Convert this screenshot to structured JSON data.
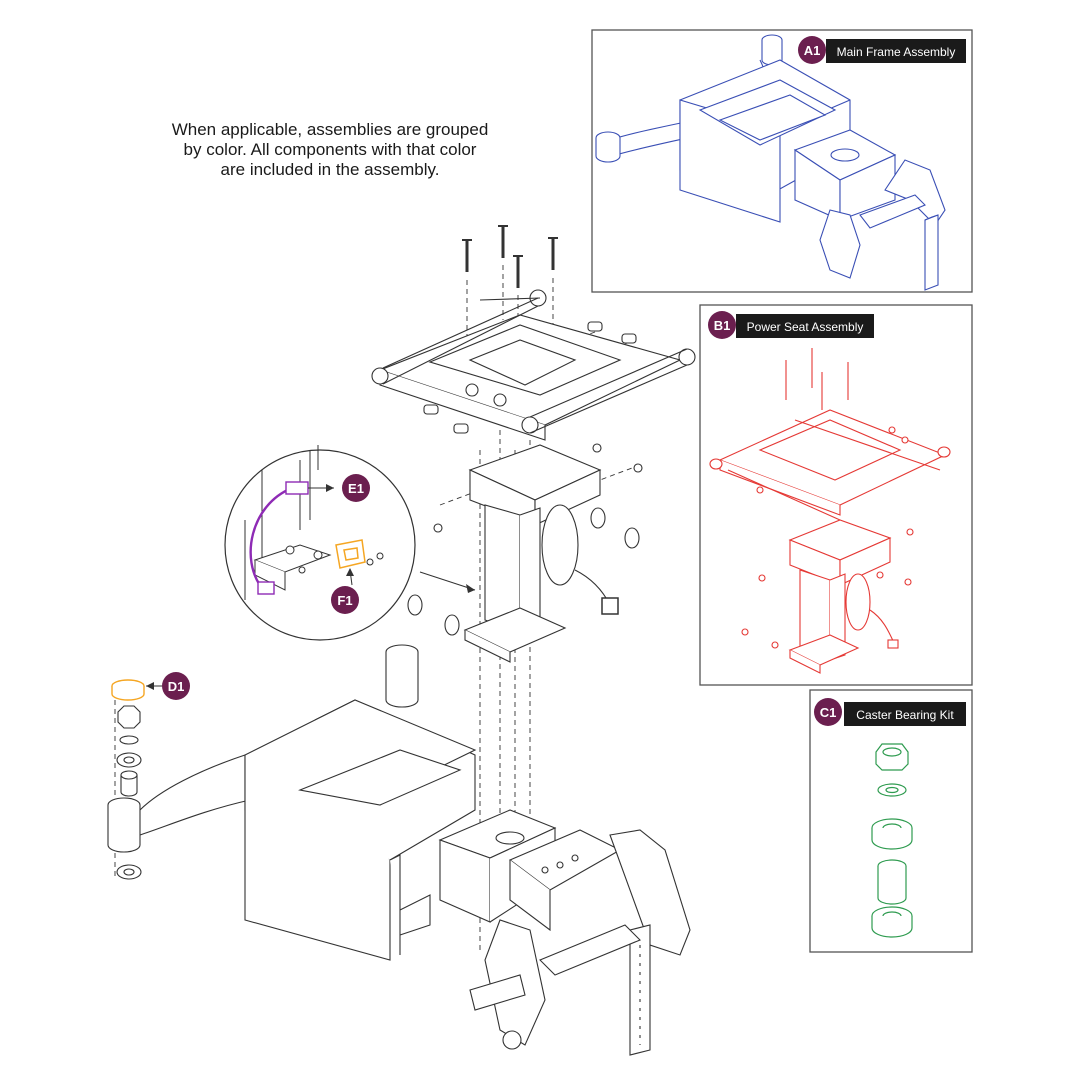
{
  "note": {
    "line1": "When applicable, assemblies are grouped",
    "line2": "by color. All components with that color",
    "line3": "are included in the assembly."
  },
  "assemblies": [
    {
      "code": "A1",
      "label": "Main Frame Assembly",
      "color": "#3a4fb5"
    },
    {
      "code": "B1",
      "label": "Power Seat Assembly",
      "color": "#e53935"
    },
    {
      "code": "C1",
      "label": "Caster Bearing Kit",
      "color": "#2e9b4f"
    },
    {
      "code": "D1",
      "label": "",
      "color": "#f5a623"
    },
    {
      "code": "E1",
      "label": "",
      "color": "#8e2bb5"
    },
    {
      "code": "F1",
      "label": "",
      "color": "#f5a623"
    }
  ],
  "colors": {
    "badge": "#6b1f4f",
    "label_bg": "#1a1a1a",
    "line": "#333333",
    "panel_border": "#555555"
  }
}
